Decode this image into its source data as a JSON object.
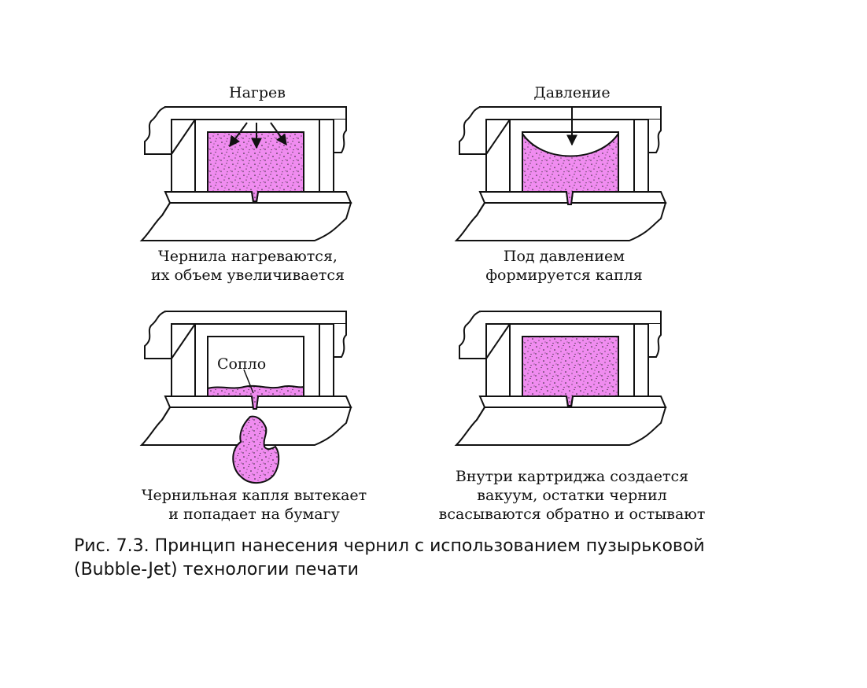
{
  "colors": {
    "ink": "#f08cf0",
    "dots": "#222222",
    "line": "#111111",
    "background": "#ffffff"
  },
  "panels": [
    {
      "top_label": "Нагрев",
      "caption_lines": [
        "Чернила нагреваются,",
        "их объем увеличивается"
      ]
    },
    {
      "top_label": "Давление",
      "caption_lines": [
        "Под давлением",
        "формируется капля"
      ]
    },
    {
      "inner_label": "Сопло",
      "caption_lines": [
        "Чернильная капля вытекает",
        "и попадает на бумагу"
      ]
    },
    {
      "caption_lines": [
        "Внутри картриджа создается",
        "вакуум, остатки чернил",
        "всасываются обратно и остывают"
      ]
    }
  ],
  "figure_caption": {
    "line1": "Рис. 7.3. Принцип нанесения чернил с использованием пузырьковой",
    "line2": "(Bubble-Jet) технологии печати"
  }
}
